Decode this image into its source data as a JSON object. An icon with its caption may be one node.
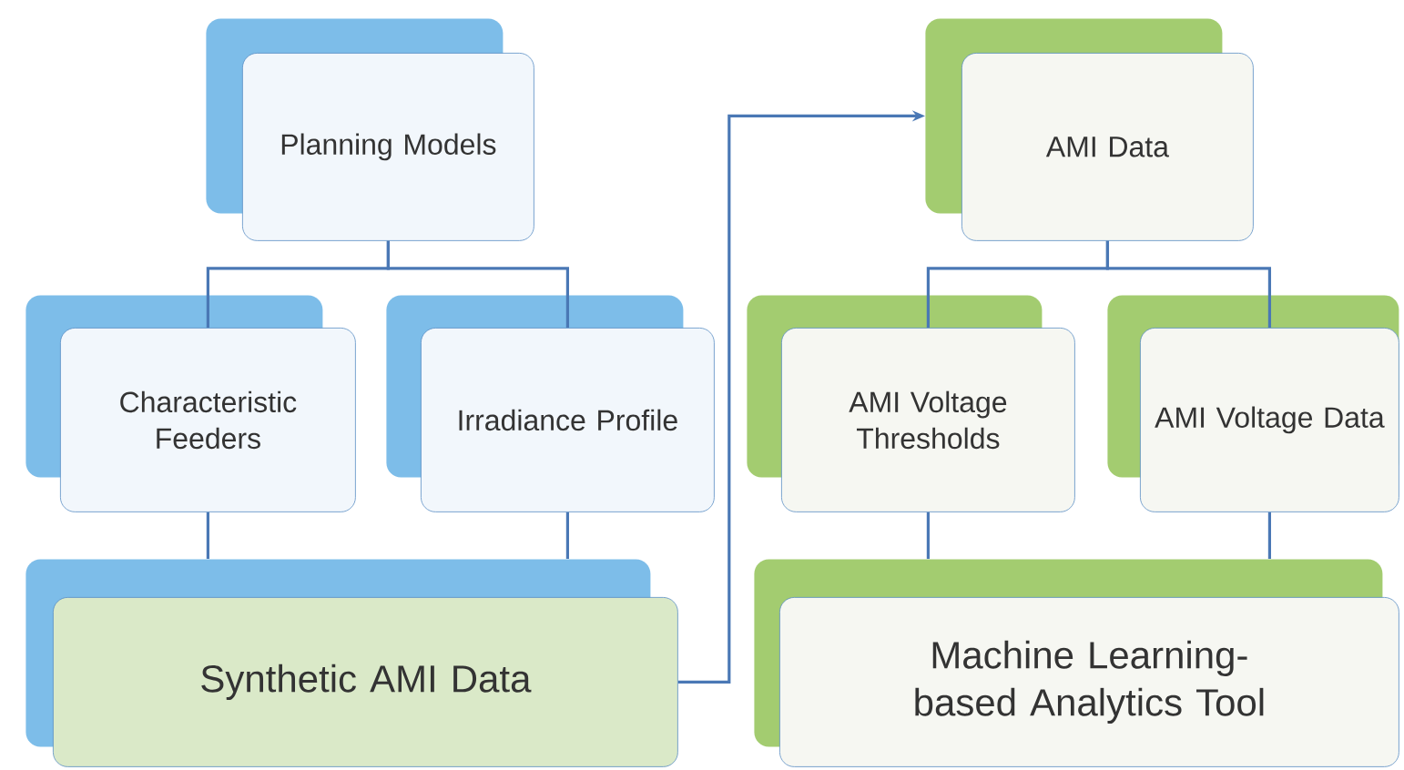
{
  "diagram": {
    "nodes": [
      {
        "text": [
          "Planning Models"
        ]
      },
      {
        "text": [
          "Characteristic Feeders"
        ]
      },
      {
        "text": [
          "Irradiance Profile"
        ]
      },
      {
        "text": [
          "Synthetic AMI Data"
        ]
      },
      {
        "text": [
          "AMI Data"
        ]
      },
      {
        "text": [
          "AMI Voltage Thresholds"
        ]
      },
      {
        "text": [
          "AMI Voltage Data"
        ]
      },
      {
        "text": [
          "Machine Learning-based Analytics Tool"
        ]
      }
    ],
    "edges": [
      {
        "from": 0,
        "to": 1,
        "arrow": "none"
      },
      {
        "from": 0,
        "to": 2,
        "arrow": "none"
      },
      {
        "from": 1,
        "to": 3,
        "arrow": "none"
      },
      {
        "from": 2,
        "to": 3,
        "arrow": "none"
      },
      {
        "from": 3,
        "to": 4,
        "arrow": "to"
      },
      {
        "from": 4,
        "to": 5,
        "arrow": "none"
      },
      {
        "from": 4,
        "to": 6,
        "arrow": "none"
      },
      {
        "from": 5,
        "to": 7,
        "arrow": "none"
      },
      {
        "from": 6,
        "to": 7,
        "arrow": "none"
      }
    ]
  }
}
